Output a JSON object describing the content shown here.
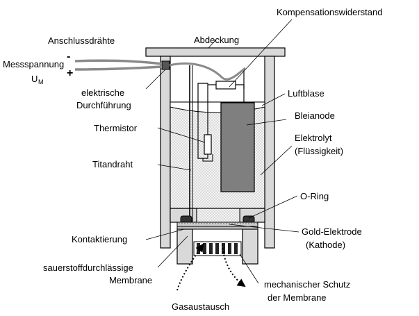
{
  "labels": {
    "kompensationswiderstand": "Kompensationswiderstand",
    "anschlussdraehte": "Anschlussdrähte",
    "abdeckung": "Abdeckung",
    "messspannung": "Messspannung",
    "u_main": "U",
    "u_sub": "M",
    "minus": "-",
    "plus": "+",
    "elektrische": "elektrische",
    "durchfuehrung": "Durchführung",
    "luftblase": "Luftblase",
    "bleianode": "Bleianode",
    "thermistor": "Thermistor",
    "elektrolyt": "Elektrolyt",
    "fluessigkeit": "(Flüssigkeit)",
    "titandraht": "Titandraht",
    "oring": "O-Ring",
    "kontaktierung": "Kontaktierung",
    "goldelektrode": "Gold-Elektrode",
    "kathode": "(Kathode)",
    "sauerstoff": "sauerstoffdurchlässige",
    "membrane": "Membrane",
    "schutz1": "mechanischer Schutz",
    "schutz2": "der Membrane",
    "gasaustausch": "Gasaustausch"
  },
  "colors": {
    "housing": "#d9d9d9",
    "anode": "#7f7f7f",
    "electrolyte": "#f2f2f2",
    "line": "#000000"
  }
}
